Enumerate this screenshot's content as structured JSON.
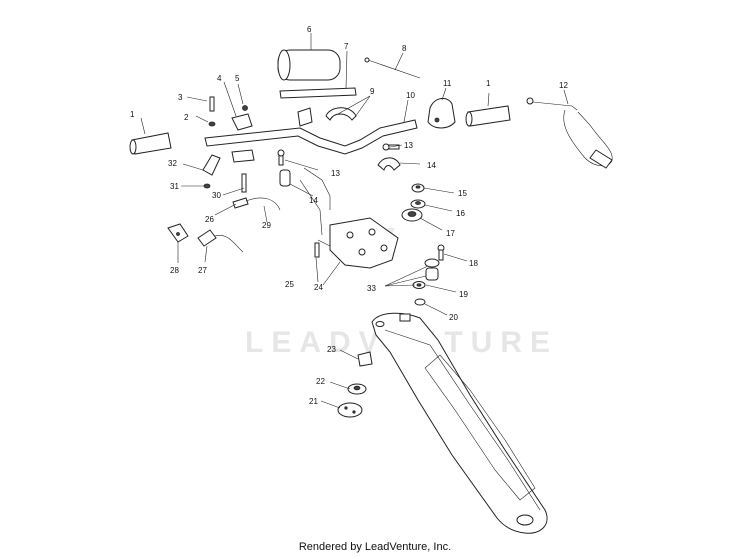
{
  "watermark": "LEADVENTURE",
  "footer": "Rendered by LeadVenture, Inc.",
  "callouts": [
    "1",
    "1",
    "2",
    "3",
    "4",
    "5",
    "6",
    "7",
    "8",
    "9",
    "10",
    "11",
    "12",
    "13",
    "13",
    "14",
    "14",
    "15",
    "16",
    "17",
    "18",
    "19",
    "20",
    "21",
    "22",
    "23",
    "24",
    "25",
    "26",
    "27",
    "28",
    "29",
    "30",
    "31",
    "32",
    "33"
  ]
}
